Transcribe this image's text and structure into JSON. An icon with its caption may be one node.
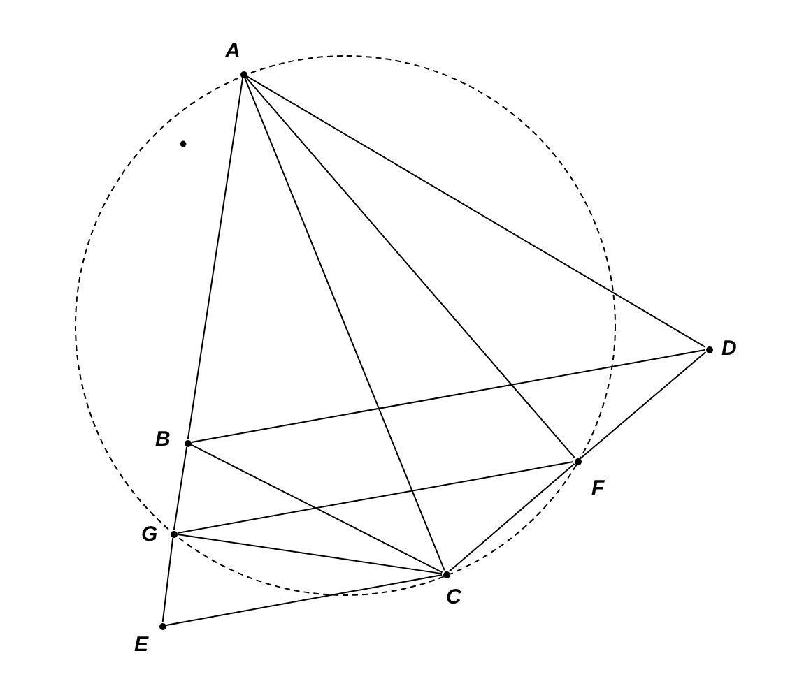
{
  "diagram": {
    "nodes": [
      {
        "text": [
          "A"
        ]
      },
      {
        "text": [
          "B"
        ]
      },
      {
        "text": [
          "C"
        ]
      },
      {
        "text": [
          "D"
        ]
      },
      {
        "text": [
          "E"
        ]
      },
      {
        "text": [
          "F"
        ]
      },
      {
        "text": [
          "G"
        ]
      }
    ],
    "edges": [
      {
        "from": 0,
        "to": 1,
        "arrow": "none"
      },
      {
        "from": 1,
        "to": 6,
        "arrow": "none"
      },
      {
        "from": 6,
        "to": 4,
        "arrow": "none"
      },
      {
        "from": 0,
        "to": 2,
        "arrow": "none"
      },
      {
        "from": 0,
        "to": 5,
        "arrow": "none"
      },
      {
        "from": 0,
        "to": 3,
        "arrow": "none"
      },
      {
        "from": 1,
        "to": 3,
        "arrow": "none"
      },
      {
        "from": 6,
        "to": 5,
        "arrow": "none"
      },
      {
        "from": 1,
        "to": 2,
        "arrow": "none"
      },
      {
        "from": 6,
        "to": 2,
        "arrow": "none"
      },
      {
        "from": 4,
        "to": 2,
        "arrow": "none"
      },
      {
        "from": 2,
        "to": 5,
        "arrow": "none"
      },
      {
        "from": 5,
        "to": 3,
        "arrow": "none"
      }
    ]
  }
}
